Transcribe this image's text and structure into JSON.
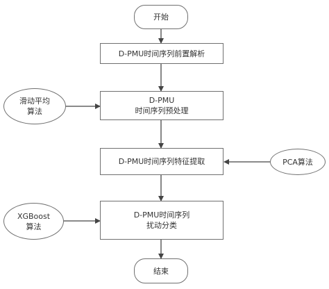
{
  "nodes": {
    "start": {
      "lines": [
        "开始"
      ]
    },
    "step1": {
      "lines": [
        "D-PMU时间序列前置解析"
      ]
    },
    "step2": {
      "lines": [
        "D-PMU",
        "时间序列预处理"
      ]
    },
    "step3": {
      "lines": [
        "D-PMU时间序列特征提取"
      ]
    },
    "step4": {
      "lines": [
        "D-PMU时间序列",
        "扰动分类"
      ]
    },
    "end": {
      "lines": [
        "结束"
      ]
    },
    "input_moving_average": {
      "lines": [
        "滑动平均",
        "算法"
      ]
    },
    "input_pca": {
      "lines": [
        "PCA算法"
      ]
    },
    "input_xgboost": {
      "lines": [
        "XGBoost",
        "算法"
      ]
    }
  },
  "colors": {
    "stroke": "#6f6f6f",
    "arrow": "#444444",
    "text": "#333333",
    "background": "#ffffff"
  }
}
